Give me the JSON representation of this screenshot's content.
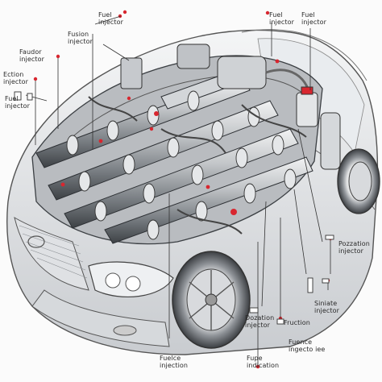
{
  "labels": {
    "fuel_injector_top_left": "Fuel\ninjector",
    "fuel_injector_top_right": "Fuel\ninjector",
    "fuel_injector_top_right_2": "Fuel\ninjector",
    "fusion_injector": "Fusion\ninjector",
    "faudor_injector": "Faudor\ninjector",
    "ection_injector": "Ection\ninjector",
    "fuel_injector_left": "Fuel\ninjector",
    "pozzation_injector": "Pozzation\ninjector",
    "siniate_injector": "Siniate\ninjector",
    "fruction": "Fruction",
    "dozation_injector": "Dozation\ninjector",
    "fuelce_injection": "Fuelce\ninjection",
    "fuence_injectator": "Fuence\ningecto iee",
    "fupe_indication": "Fupe\nindication"
  },
  "colors": {
    "accent_red": "#d8262f",
    "line_dark": "#333333",
    "metal_light": "#d7d9db",
    "metal_mid": "#9fa3a7",
    "metal_dark": "#5c6064",
    "background": "#fbfbfb"
  }
}
